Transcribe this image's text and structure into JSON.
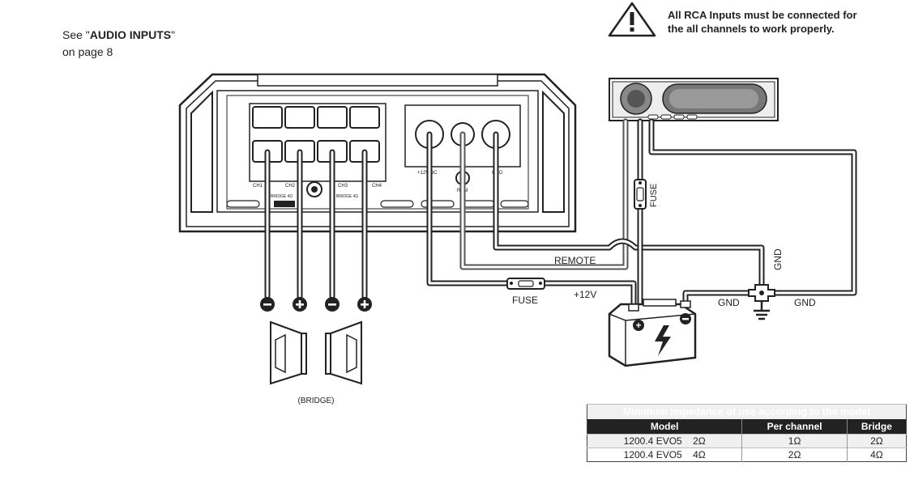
{
  "note_left": {
    "prefix": "See \"",
    "bold": "AUDIO INPUTS",
    "suffix": "\"",
    "line2": "on page 8"
  },
  "warning": {
    "line1": "All RCA Inputs must be connected for",
    "line2": "the all channels to work properly."
  },
  "amp_labels": {
    "ch1": "CH1",
    "ch2": "CH2",
    "ch3": "CH3",
    "ch4": "CH4",
    "bridge_a": "BRIDGE 4Ω",
    "bridge_b": "BRIDGE 4Ω",
    "power": "+12V/DC",
    "rem": "REM",
    "gnd": "GND"
  },
  "wire_labels": {
    "fuse_vertical": "FUSE",
    "remote": "REMOTE",
    "fuse_inline": "FUSE",
    "plus12": "+12V",
    "gnd_a": "GND",
    "gnd_b": "GND",
    "gnd_c": "GND"
  },
  "speaker_caption": "(BRIDGE)",
  "terminal_signs": [
    "−",
    "+",
    "−",
    "+"
  ],
  "table": {
    "title": "Minimum impedance of use according to the model",
    "headers": [
      "Model",
      "Per channel",
      "Bridge"
    ],
    "rows": [
      {
        "model": "1200.4 EVO5",
        "load": "2Ω",
        "per_channel": "1Ω",
        "bridge": "2Ω"
      },
      {
        "model": "1200.4 EVO5",
        "load": "4Ω",
        "per_channel": "2Ω",
        "bridge": "4Ω"
      }
    ]
  }
}
